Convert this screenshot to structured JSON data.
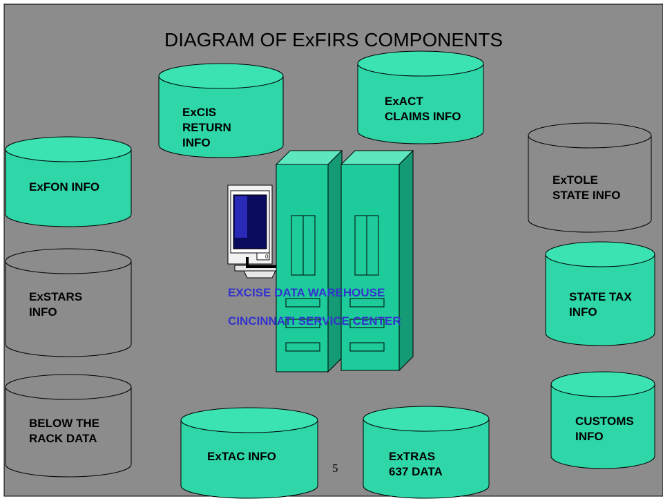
{
  "title": "DIAGRAM OF ExFIRS COMPONENTS",
  "colors": {
    "background": "#8c8c8c",
    "cylinder_fill": "#2ed6a8",
    "cylinder_top": "#3be3b3",
    "server_front": "#1ecb9b",
    "server_side": "#149a74",
    "server_top": "#5ee6bf",
    "warehouse_text": "#3333cc"
  },
  "components": {
    "excis": "ExCIS\nRETURN\nINFO",
    "exact": "ExACT\nCLAIMS INFO",
    "exfon": "ExFON INFO",
    "extole": "ExTOLE\nSTATE INFO",
    "exstars": "ExSTARS\nINFO",
    "state_tax": "STATE TAX\nINFO",
    "below_rack": "BELOW THE\nRACK  DATA",
    "customs": "CUSTOMS\nINFO",
    "extac": "ExTAC INFO",
    "extras": "ExTRAS\n637 DATA"
  },
  "warehouse": {
    "line1": "EXCISE DATA WAREHOUSE",
    "line2": "CINCINNATI SERVICE CENTER"
  },
  "page_number": "5"
}
